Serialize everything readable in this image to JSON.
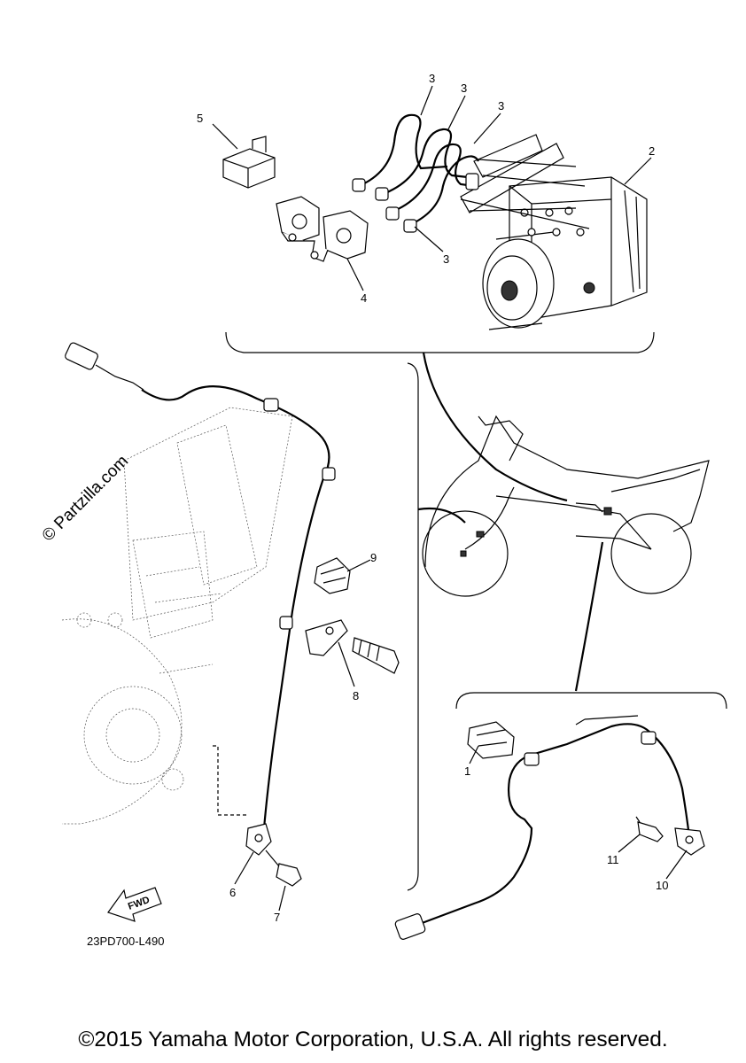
{
  "watermark": "© Partzilla.com",
  "part_code": "23PD700-L490",
  "fwd_label": "FWD",
  "copyright": "©2015 Yamaha Motor Corporation, U.S.A. All rights reserved.",
  "callouts": {
    "c1": "1",
    "c2": "2",
    "c3a": "3",
    "c3b": "3",
    "c3c": "3",
    "c3d": "3",
    "c4": "4",
    "c5": "5",
    "c6": "6",
    "c7": "7",
    "c8": "8",
    "c9": "9",
    "c10": "10",
    "c11": "11"
  }
}
